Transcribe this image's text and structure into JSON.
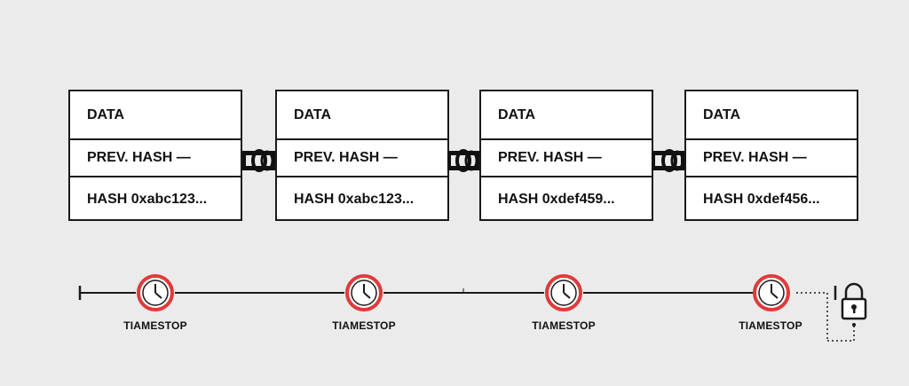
{
  "blocks": [
    {
      "data_label": "DATA",
      "prev_hash_label": "PREV. HASH —",
      "hash_label": "HASH 0xabc123..."
    },
    {
      "data_label": "DATA",
      "prev_hash_label": "PREV. HASH —",
      "hash_label": "HASH 0xabc123..."
    },
    {
      "data_label": "DATA",
      "prev_hash_label": "PREV. HASH —",
      "hash_label": "HASH 0xdef459..."
    },
    {
      "data_label": "DATA",
      "prev_hash_label": "PREV. HASH —",
      "hash_label": "HASH 0xdef456..."
    }
  ],
  "timeline": {
    "labels": [
      "TIAMESTOP",
      "TIAMESTOP",
      "TIAMESTOP",
      "TIAMESTOP"
    ]
  },
  "colors": {
    "clock_accent": "#e03a3a",
    "stroke": "#1a1a1a",
    "background": "#ebebeb"
  },
  "icons": [
    "chain-link-icon",
    "clock-icon",
    "padlock-icon"
  ]
}
